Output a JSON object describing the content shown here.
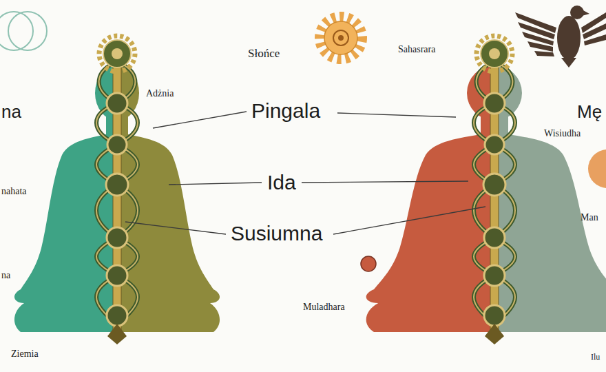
{
  "diagram": {
    "labels": [
      "na",
      "Słońce",
      "Sahasrara",
      "Adżnia",
      "Mę",
      "Pingala",
      "Wisiudha",
      "nahata",
      "Ida",
      "Man",
      "Susiumna",
      "na",
      "Muladhara",
      "Ziemia",
      "Ilu"
    ]
  }
}
